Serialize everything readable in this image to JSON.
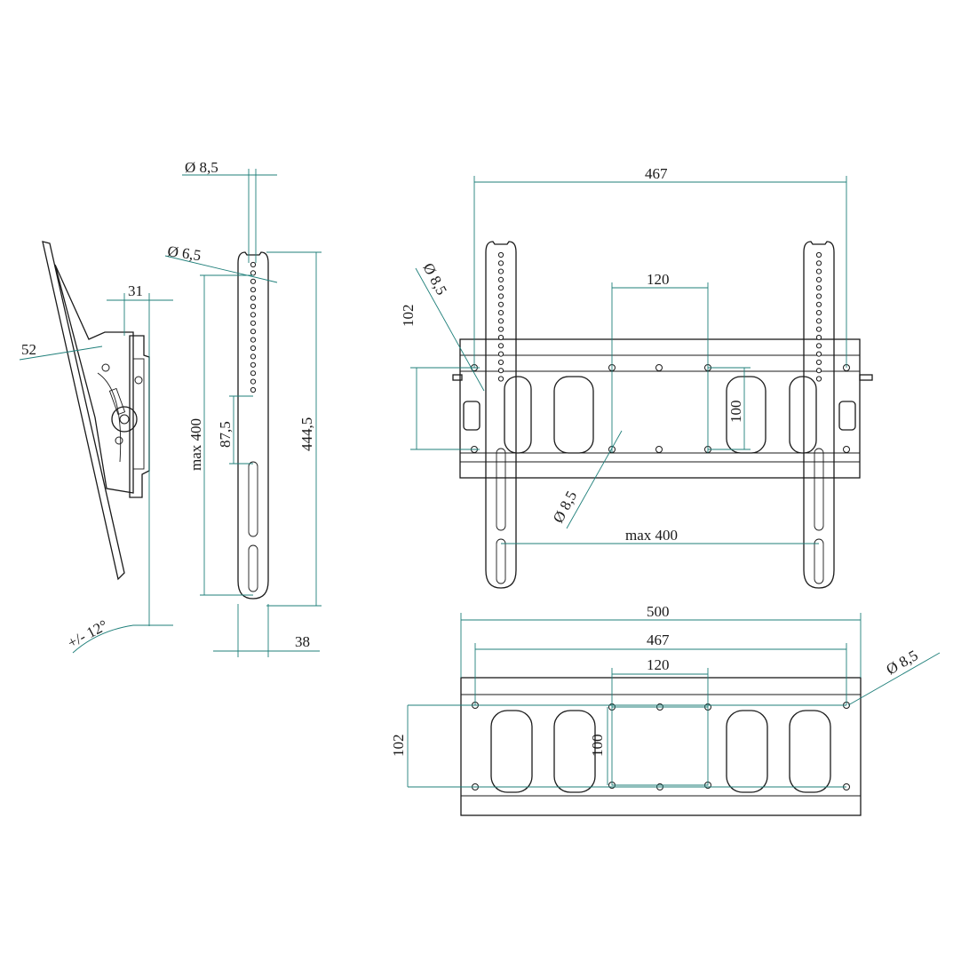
{
  "colors": {
    "line": "#1a1a1a",
    "dimension": "#1f7f7a",
    "background": "#ffffff"
  },
  "side_view": {
    "depth_top": "31",
    "wall_offset": "52",
    "tilt": "+/-  12°"
  },
  "rail_view": {
    "hole_diameter": "Ø 8,5",
    "slot_diameter": "Ø 6,5",
    "max_height": "max  400",
    "hole_spacing": "87,5",
    "length": "444,5",
    "width": "38"
  },
  "front_view": {
    "overall_width": "467",
    "vertical_spacing": "102",
    "plate_hole_diameter": "Ø 8,5",
    "center_spacing": "120",
    "center_vertical": "100",
    "center_hole_diameter": "Ø 8,5",
    "max_width": "max  400"
  },
  "bottom_view": {
    "plate_width": "500",
    "hole_width": "467",
    "center_spacing": "120",
    "vertical_spacing": "102",
    "center_vertical": "100",
    "hole_diameter": "Ø 8,5"
  }
}
